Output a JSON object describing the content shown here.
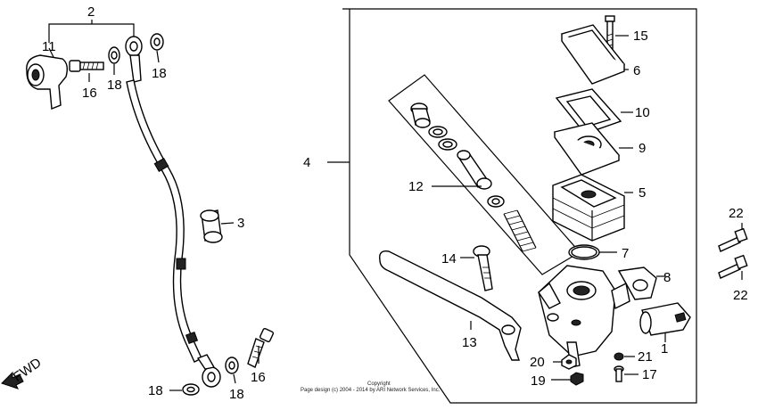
{
  "diagram": {
    "fwd_label": "FWD",
    "copyright_line1": "Copyright",
    "copyright_line2": "Page design (c) 2004 - 2014 by ARI Network Services, Inc.",
    "labels": [
      {
        "id": "lbl-2",
        "text": "2"
      },
      {
        "id": "lbl-11",
        "text": "11"
      },
      {
        "id": "lbl-16a",
        "text": "16"
      },
      {
        "id": "lbl-18a",
        "text": "18"
      },
      {
        "id": "lbl-18b",
        "text": "18"
      },
      {
        "id": "lbl-3",
        "text": "3"
      },
      {
        "id": "lbl-18c",
        "text": "18"
      },
      {
        "id": "lbl-18d",
        "text": "18"
      },
      {
        "id": "lbl-16b",
        "text": "16"
      },
      {
        "id": "lbl-4",
        "text": "4"
      },
      {
        "id": "lbl-15",
        "text": "15"
      },
      {
        "id": "lbl-6",
        "text": "6"
      },
      {
        "id": "lbl-10",
        "text": "10"
      },
      {
        "id": "lbl-9",
        "text": "9"
      },
      {
        "id": "lbl-5",
        "text": "5"
      },
      {
        "id": "lbl-12",
        "text": "12"
      },
      {
        "id": "lbl-7",
        "text": "7"
      },
      {
        "id": "lbl-14",
        "text": "14"
      },
      {
        "id": "lbl-8",
        "text": "8"
      },
      {
        "id": "lbl-1",
        "text": "1"
      },
      {
        "id": "lbl-13",
        "text": "13"
      },
      {
        "id": "lbl-20",
        "text": "20"
      },
      {
        "id": "lbl-21",
        "text": "21"
      },
      {
        "id": "lbl-19",
        "text": "19"
      },
      {
        "id": "lbl-17",
        "text": "17"
      },
      {
        "id": "lbl-22a",
        "text": "22"
      },
      {
        "id": "lbl-22b",
        "text": "22"
      }
    ]
  }
}
